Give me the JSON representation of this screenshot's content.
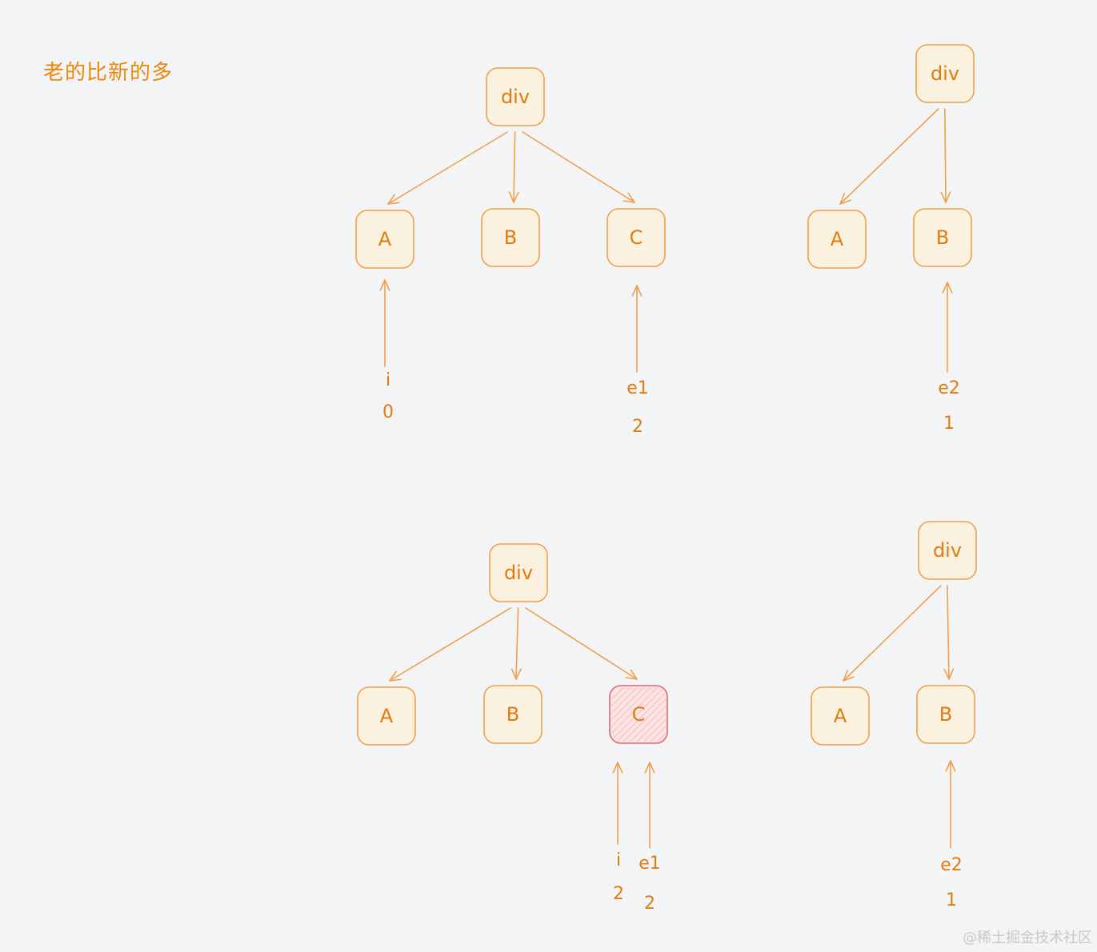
{
  "title": "老的比新的多",
  "watermark": "@稀土掘金技术社区",
  "colors": {
    "background": "#f3f4f6",
    "accent": "#e8890c",
    "node_fill": "#faf1de",
    "node_stroke": "#f0a04b",
    "highlight_fill": "#fbe3e3",
    "highlight_stroke": "#e06b6b",
    "highlight_text": "#d9534f"
  },
  "diagrams": [
    {
      "id": "top-left",
      "root": "div",
      "children": [
        "A",
        "B",
        "C"
      ],
      "highlight": "",
      "pointers": [
        {
          "target": "A",
          "name": "i",
          "value": "0"
        },
        {
          "target": "C",
          "name": "e1",
          "value": "2"
        }
      ]
    },
    {
      "id": "top-right",
      "root": "div",
      "children": [
        "A",
        "B"
      ],
      "highlight": "",
      "pointers": [
        {
          "target": "B",
          "name": "e2",
          "value": "1"
        }
      ]
    },
    {
      "id": "bottom-left",
      "root": "div",
      "children": [
        "A",
        "B",
        "C"
      ],
      "highlight": "C",
      "pointers": [
        {
          "target": "C",
          "name": "i",
          "value": "2"
        },
        {
          "target": "C",
          "name": "e1",
          "value": "2"
        }
      ]
    },
    {
      "id": "bottom-right",
      "root": "div",
      "children": [
        "A",
        "B"
      ],
      "highlight": "",
      "pointers": [
        {
          "target": "B",
          "name": "e2",
          "value": "1"
        }
      ]
    }
  ]
}
